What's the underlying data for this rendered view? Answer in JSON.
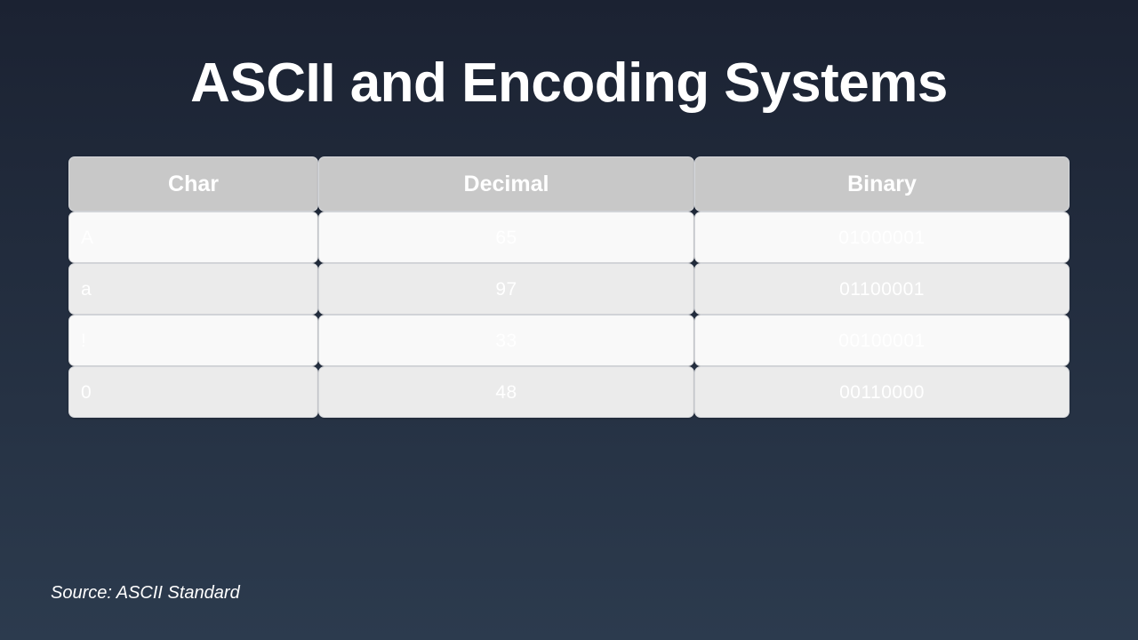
{
  "slide": {
    "title": "ASCII and Encoding Systems",
    "source": "Source: ASCII Standard"
  },
  "table": {
    "headers": [
      "Char",
      "Decimal",
      "Binary"
    ],
    "rows": [
      [
        "A",
        "65",
        "01000001"
      ],
      [
        "a",
        "97",
        "01100001"
      ],
      [
        "!",
        "33",
        "00100001"
      ],
      [
        "0",
        "48",
        "00110000"
      ]
    ]
  },
  "colors": {
    "background_top": "#1b2232",
    "background_bottom": "#2c3b4e",
    "header_fill": "#c8c8c8",
    "row_light_fill": "#f9f9f9",
    "row_dark_fill": "#ebebeb",
    "text": "#ffffff"
  }
}
